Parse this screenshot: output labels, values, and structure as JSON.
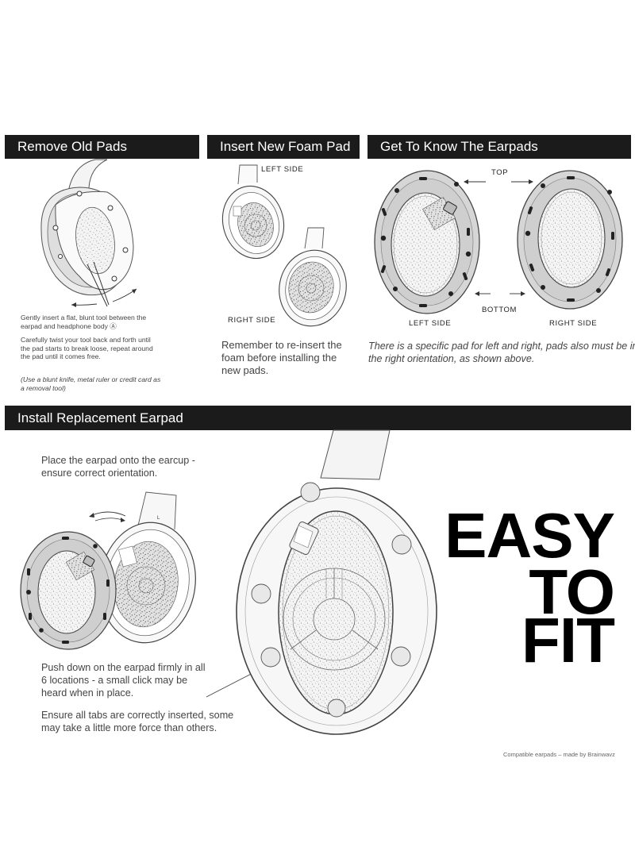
{
  "sections": {
    "remove_title": "Remove Old Pads",
    "insert_title": "Insert New Foam Pad",
    "know_title": "Get To Know The Earpads",
    "install_title": "Install Replacement Earpad"
  },
  "remove": {
    "step1": "Gently insert a flat, blunt tool between the earpad and headphone body Ⓐ",
    "step2": "Carefully twist your tool back and forth until the pad starts to break loose, repeat around the pad until it comes free.",
    "note": "(Use a blunt knife, metal ruler or credit card as a removal tool)",
    "marker": "A"
  },
  "insert": {
    "left_label": "LEFT SIDE",
    "right_label": "RIGHT SIDE",
    "text": "Remember to re-insert the foam before installing the new pads."
  },
  "know": {
    "top_label": "TOP",
    "bottom_label": "BOTTOM",
    "left_label": "LEFT SIDE",
    "right_label": "RIGHT SIDE",
    "text": "There is a specific pad for left and right, pads also must be in the right orientation, as shown above."
  },
  "install": {
    "place_text": "Place the earpad onto the earcup - ensure correct orientation.",
    "push_text": "Push down on the earpad firmly in all 6 locations - a small click may be heard when in place.",
    "tabs_text": "Ensure all tabs are correctly inserted, some may take a little more force than others.",
    "cup_marker": "L"
  },
  "slogan": {
    "line1": "EASY",
    "line2": "TO",
    "line3": "FIT"
  },
  "credit": "Compatible earpads – made by Brainwavz",
  "colors": {
    "bar": "#1b1b1b",
    "pad_ring": "#d5d5d5",
    "foam": "#f2f2f2",
    "line": "#444444"
  }
}
